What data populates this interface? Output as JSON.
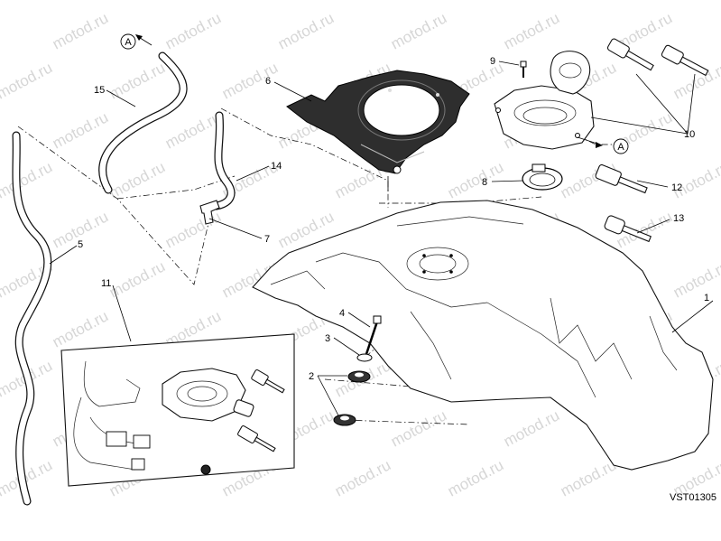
{
  "watermark_text": "motod.ru",
  "drawing_code": "VST01305",
  "connector_mark": "A",
  "callouts": [
    "1",
    "2",
    "3",
    "4",
    "5",
    "6",
    "7",
    "8",
    "9",
    "10",
    "11",
    "12",
    "13",
    "14",
    "15"
  ],
  "colors": {
    "ink": "#000000",
    "watermark": "#c9c9c9",
    "background": "#ffffff",
    "gasket": "#333333"
  }
}
